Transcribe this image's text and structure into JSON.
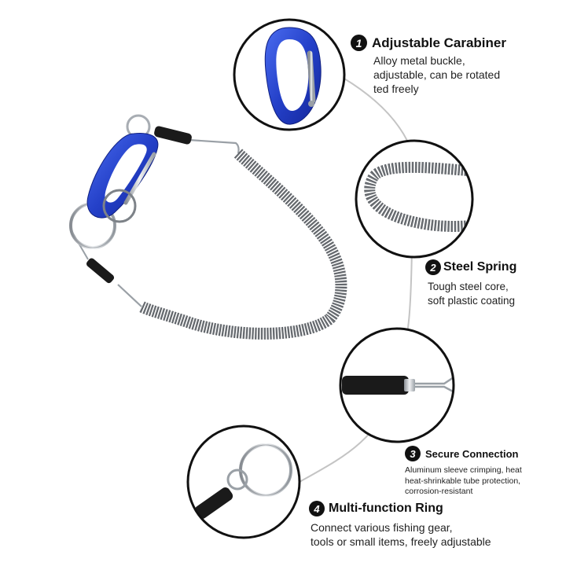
{
  "features": [
    {
      "number": "1",
      "title": "Adjustable Carabiner",
      "description": [
        "Alloy metal buckle,",
        "adjustable, can be rotated",
        "ted freely"
      ]
    },
    {
      "number": "2",
      "title": "Steel Spring",
      "description": [
        "Tough steel core,",
        "soft plastic coating"
      ]
    },
    {
      "number": "3",
      "title": "Secure Connection",
      "description": [
        "Aluminum sleeve crimping, heat",
        "heat-shrinkable tube protection,",
        "corrosion-resistant"
      ]
    },
    {
      "number": "4",
      "title": "Multi-function Ring",
      "description": [
        "Connect various fishing gear,",
        "tools or small items, freely adjustable"
      ]
    }
  ],
  "colors": {
    "carabiner_blue": "#2440c8",
    "coil_gray": "#6f7378",
    "sleeve_black": "#1a1a1a",
    "silver": "#c9cdd2",
    "connector_arc": "#c4c4c4"
  }
}
